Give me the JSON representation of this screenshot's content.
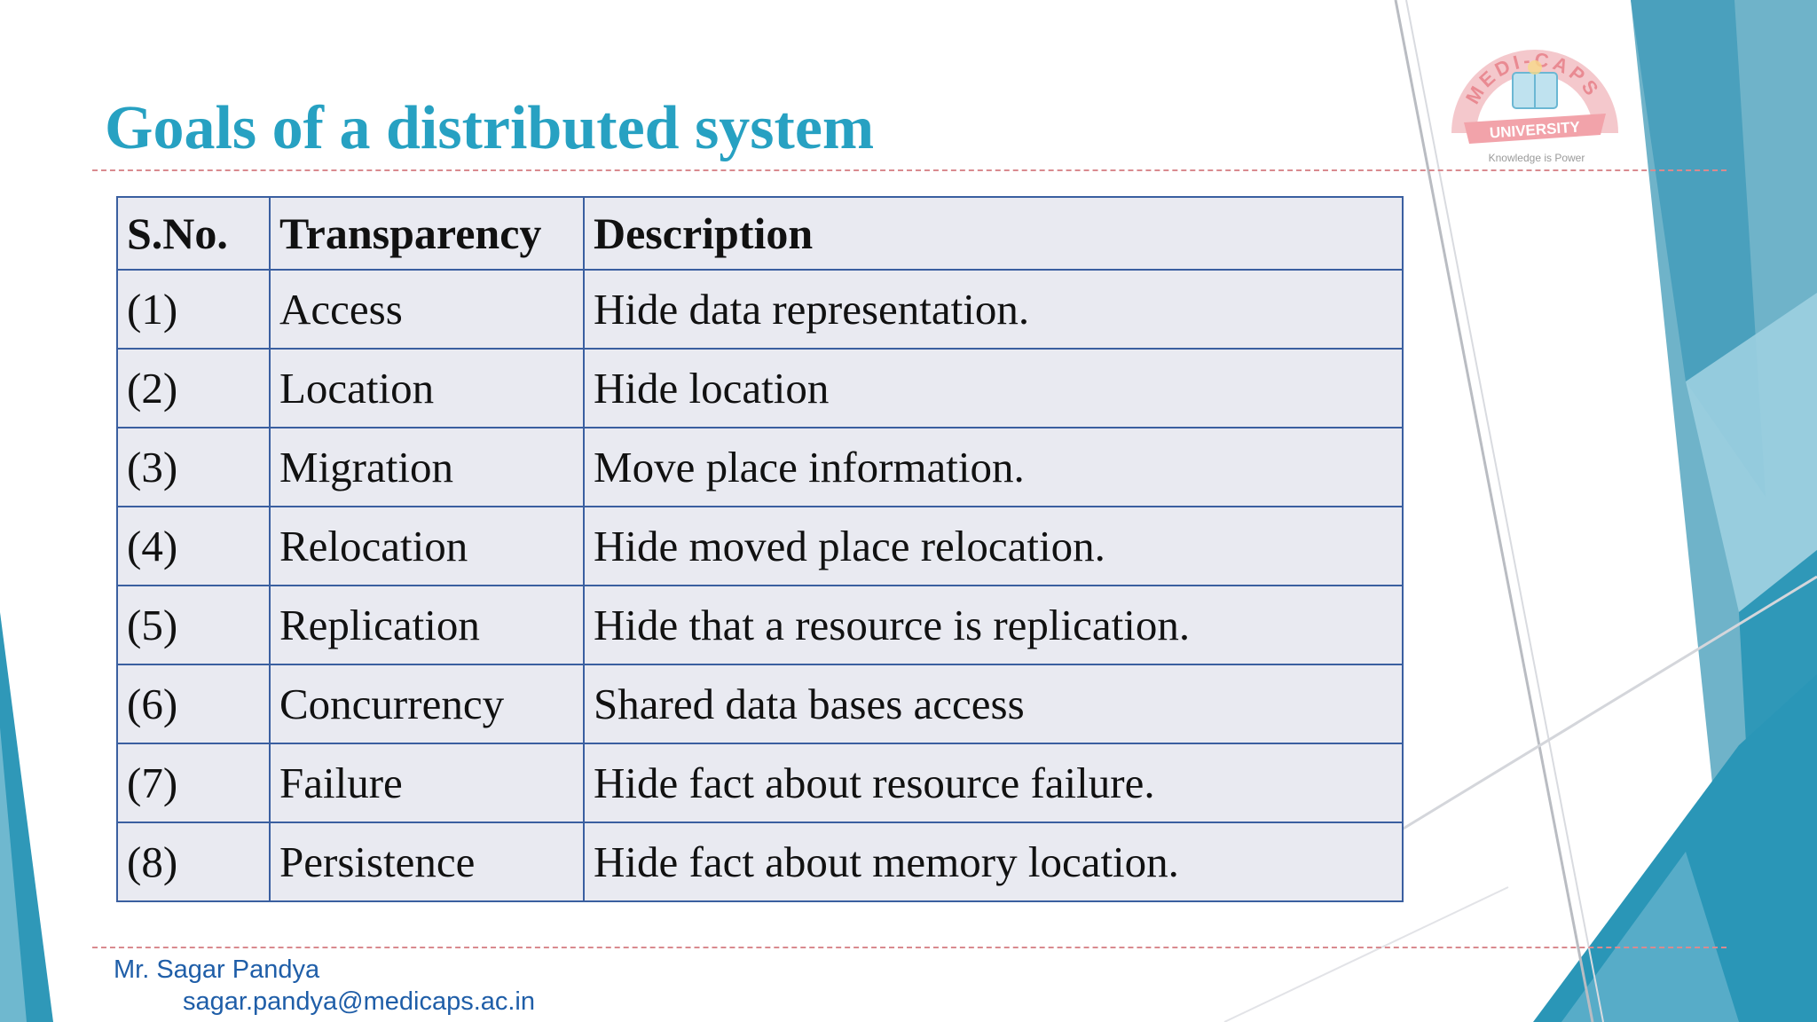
{
  "slide": {
    "title": "Goals of a distributed system"
  },
  "logo": {
    "arc_text": "MEDI-CAPS",
    "ribbon_text": "UNIVERSITY",
    "tagline": "Knowledge is Power",
    "colors": {
      "arc": "#e98a92",
      "ribbon": "#f2a3aa",
      "book": "#9fd3e8"
    }
  },
  "table": {
    "headers": [
      "S.No.",
      "Transparency",
      "Description"
    ],
    "rows": [
      [
        "(1)",
        "Access",
        "Hide data representation."
      ],
      [
        "(2)",
        "Location",
        "Hide location"
      ],
      [
        "(3)",
        "Migration",
        "Move place information."
      ],
      [
        "(4)",
        "Relocation",
        "Hide moved place relocation."
      ],
      [
        "(5)",
        "Replication",
        "Hide that a resource is replication."
      ],
      [
        "(6)",
        "Concurrency",
        "Shared data bases access"
      ],
      [
        "(7)",
        "Failure",
        "Hide fact about resource failure."
      ],
      [
        "(8)",
        "Persistence",
        "Hide fact about memory location."
      ]
    ]
  },
  "footer": {
    "name": "Mr. Sagar Pandya",
    "email": "sagar.pandya@medicaps.ac.in"
  },
  "colors": {
    "title": "#27a1c2",
    "accent_teal": "#2e9ab8",
    "table_border": "#3a5fa0",
    "table_fill": "#e9eaf1",
    "footer_text": "#1f5ea8",
    "rule": "#d98a8f"
  }
}
